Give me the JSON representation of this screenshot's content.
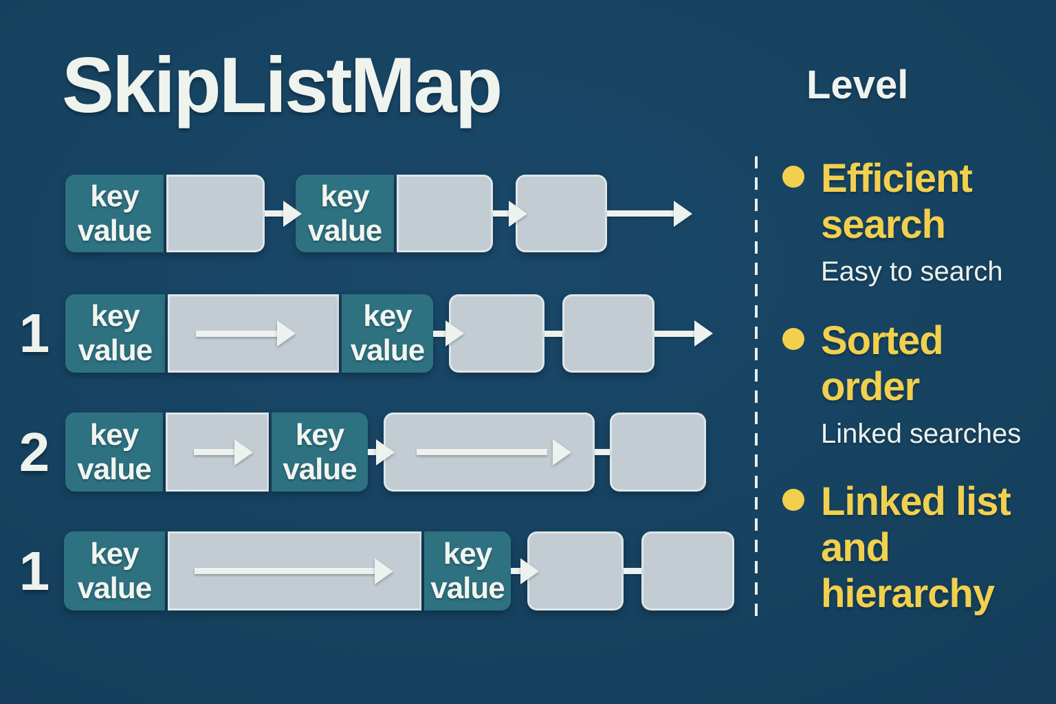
{
  "title": "SkipListMap",
  "diagram": {
    "key_label": "key",
    "value_label": "value",
    "rows": [
      {
        "level": ""
      },
      {
        "level": "1"
      },
      {
        "level": "2"
      },
      {
        "level": "1"
      }
    ]
  },
  "legend": {
    "heading": "Level",
    "bullets": [
      {
        "title": "Efficient search",
        "subtitle": "Easy to search"
      },
      {
        "title": "Sorted order",
        "subtitle": "Linked searches"
      },
      {
        "title": "Linked list and hierarchy",
        "subtitle": ""
      }
    ]
  },
  "colors": {
    "background": "#16425F",
    "node_teal": "#2E7282",
    "cell_gray": "#C2CCD2",
    "accent_yellow": "#F2D04E",
    "text_white": "#EFF3EE"
  }
}
